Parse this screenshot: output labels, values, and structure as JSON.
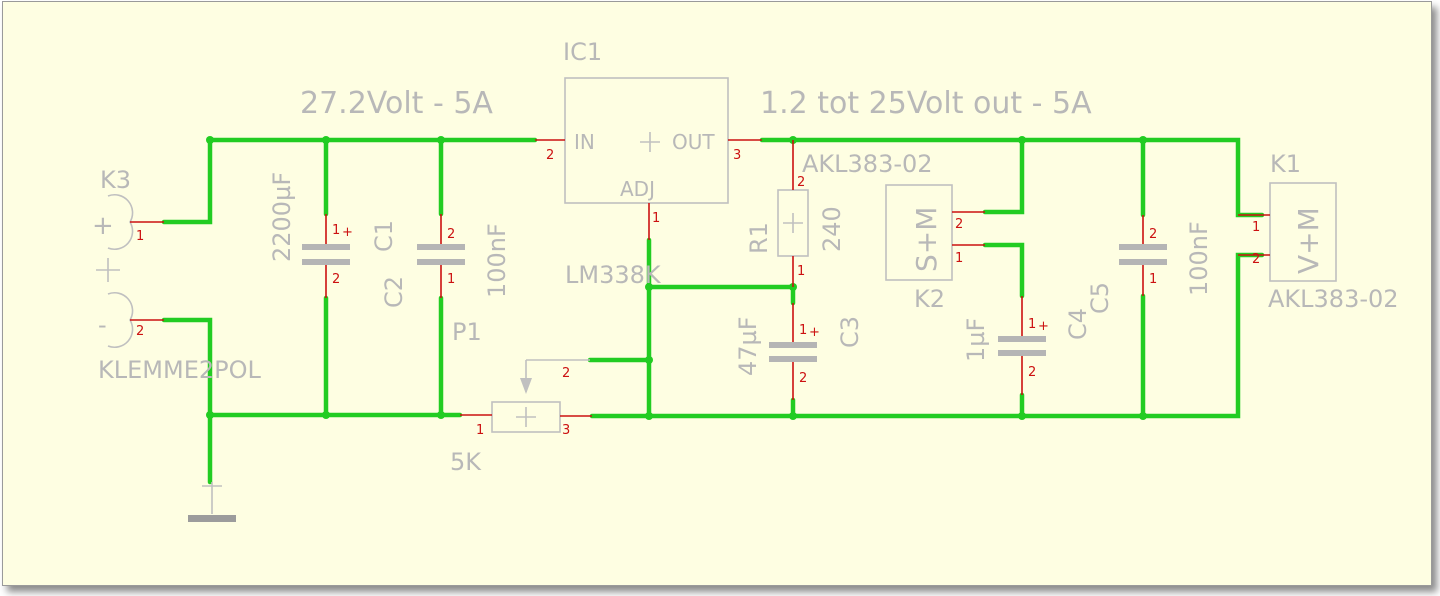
{
  "schematic": {
    "header_in": "27.2Volt - 5A",
    "header_out": "1.2 tot 25Volt out - 5A",
    "ic": {
      "ref": "IC1",
      "value": "LM338K",
      "pin_in": "IN",
      "pin_out": "OUT",
      "pin_adj": "ADJ",
      "pin_in_num": "2",
      "pin_out_num": "3",
      "pin_adj_num": "1"
    },
    "k3": {
      "ref": "K3",
      "value": "KLEMME2POL",
      "plus": "+",
      "minus": "-",
      "pin1": "1",
      "pin2": "2"
    },
    "c1": {
      "ref": "C1",
      "value": "2200µF",
      "pin1": "1",
      "pin2": "2",
      "polarity": "+"
    },
    "c2": {
      "ref": "C2",
      "value": "100nF",
      "pin1": "1",
      "pin2": "2"
    },
    "r1": {
      "ref": "R1",
      "value": "240",
      "footprint": "AKL383-02",
      "pin1": "1",
      "pin2": "2"
    },
    "c3": {
      "ref": "C3",
      "value": "47µF",
      "pin1": "1",
      "pin2": "2",
      "polarity": "+"
    },
    "p1": {
      "ref": "P1",
      "value": "5K",
      "pin1": "1",
      "pin2": "2",
      "pin3": "3"
    },
    "k2": {
      "ref": "K2",
      "symbol": "S+M",
      "pin1": "1",
      "pin2": "2"
    },
    "c4": {
      "ref": "C4",
      "value": "1µF",
      "pin1": "1",
      "pin2": "2",
      "polarity": "+"
    },
    "c5": {
      "ref": "C5",
      "value": "100nF",
      "pin1": "1",
      "pin2": "2"
    },
    "k1": {
      "ref": "K1",
      "symbol": "V+M",
      "footprint": "AKL383-02",
      "pin1": "1",
      "pin2": "2"
    }
  },
  "colors": {
    "background": "#fefee2",
    "wire": "#22cc22",
    "pin_lead": "#cc1111",
    "part_outline": "#c0c0c0",
    "label": "#b8b8b8"
  }
}
